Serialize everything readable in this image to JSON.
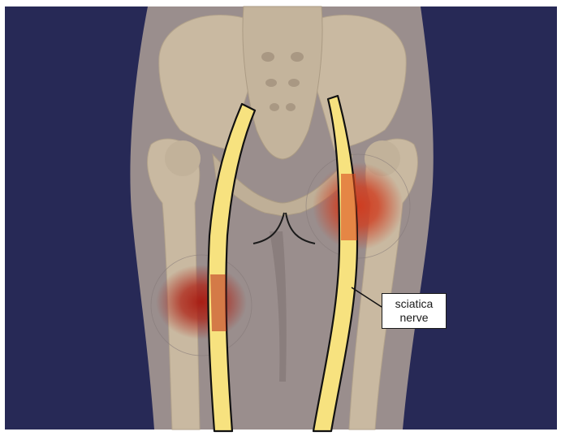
{
  "label": {
    "line1": "sciatica",
    "line2": "nerve"
  },
  "colors": {
    "background": "#272956",
    "body": "#9a8e8d",
    "bone": "#c9b9a1",
    "nerve": "#f7e27f",
    "pain": "#c22814"
  },
  "structures": [
    "pelvis",
    "sacrum",
    "femur-left",
    "femur-right",
    "sciatic-nerve-left",
    "sciatic-nerve-right",
    "pain-area-hip",
    "pain-area-thigh"
  ]
}
